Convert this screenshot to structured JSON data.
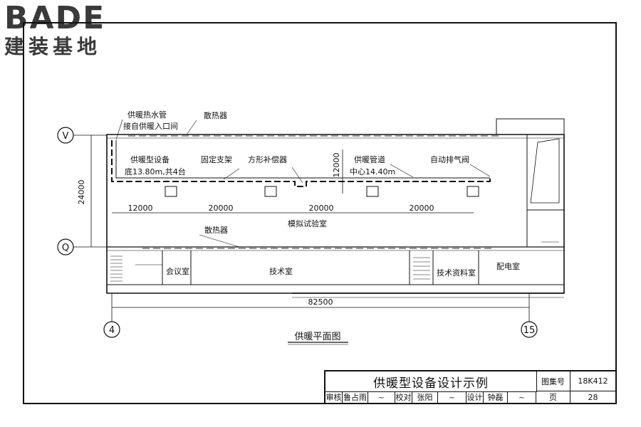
{
  "logo": {
    "latin": "BADE",
    "chinese": "建装基地"
  },
  "drawing": {
    "title": "供暖平面图",
    "axes": {
      "top_row": "V",
      "bottom_row": "Q",
      "left_col": "4",
      "right_col": "15"
    },
    "dimensions": {
      "vertical": "24000",
      "overall": "82500",
      "spans": [
        "12000",
        "20000",
        "20000",
        "20000"
      ],
      "inner_height": "12000"
    },
    "labels": {
      "hot_water_pipe": "供暖热水管",
      "pipe_source": "接自供暖入口间",
      "radiator_top": "散热器",
      "radiator_bottom": "散热器",
      "equipment": "供暖型设备",
      "equipment_detail": "底13.80m,共4台",
      "fixed_support": "固定支架",
      "compensator": "方形补偿器",
      "pipeline": "供暖管道",
      "pipeline_center": "中心14.40m",
      "air_valve": "自动排气阀",
      "sim_lab": "模拟试验室"
    },
    "rooms": {
      "meeting": "会议室",
      "tech": "技术室",
      "tech_data": "技术资料室",
      "power": "配电室"
    }
  },
  "title_block": {
    "title": "供暖型设备设计示例",
    "atlas_label": "图集号",
    "atlas_no": "18K412",
    "page_label": "页",
    "page_no": "28",
    "roles": {
      "review": "审核",
      "check": "校对",
      "design": "设计"
    },
    "names": {
      "review": "鲁占雨",
      "check": "张阳",
      "design": "钟磊"
    }
  }
}
